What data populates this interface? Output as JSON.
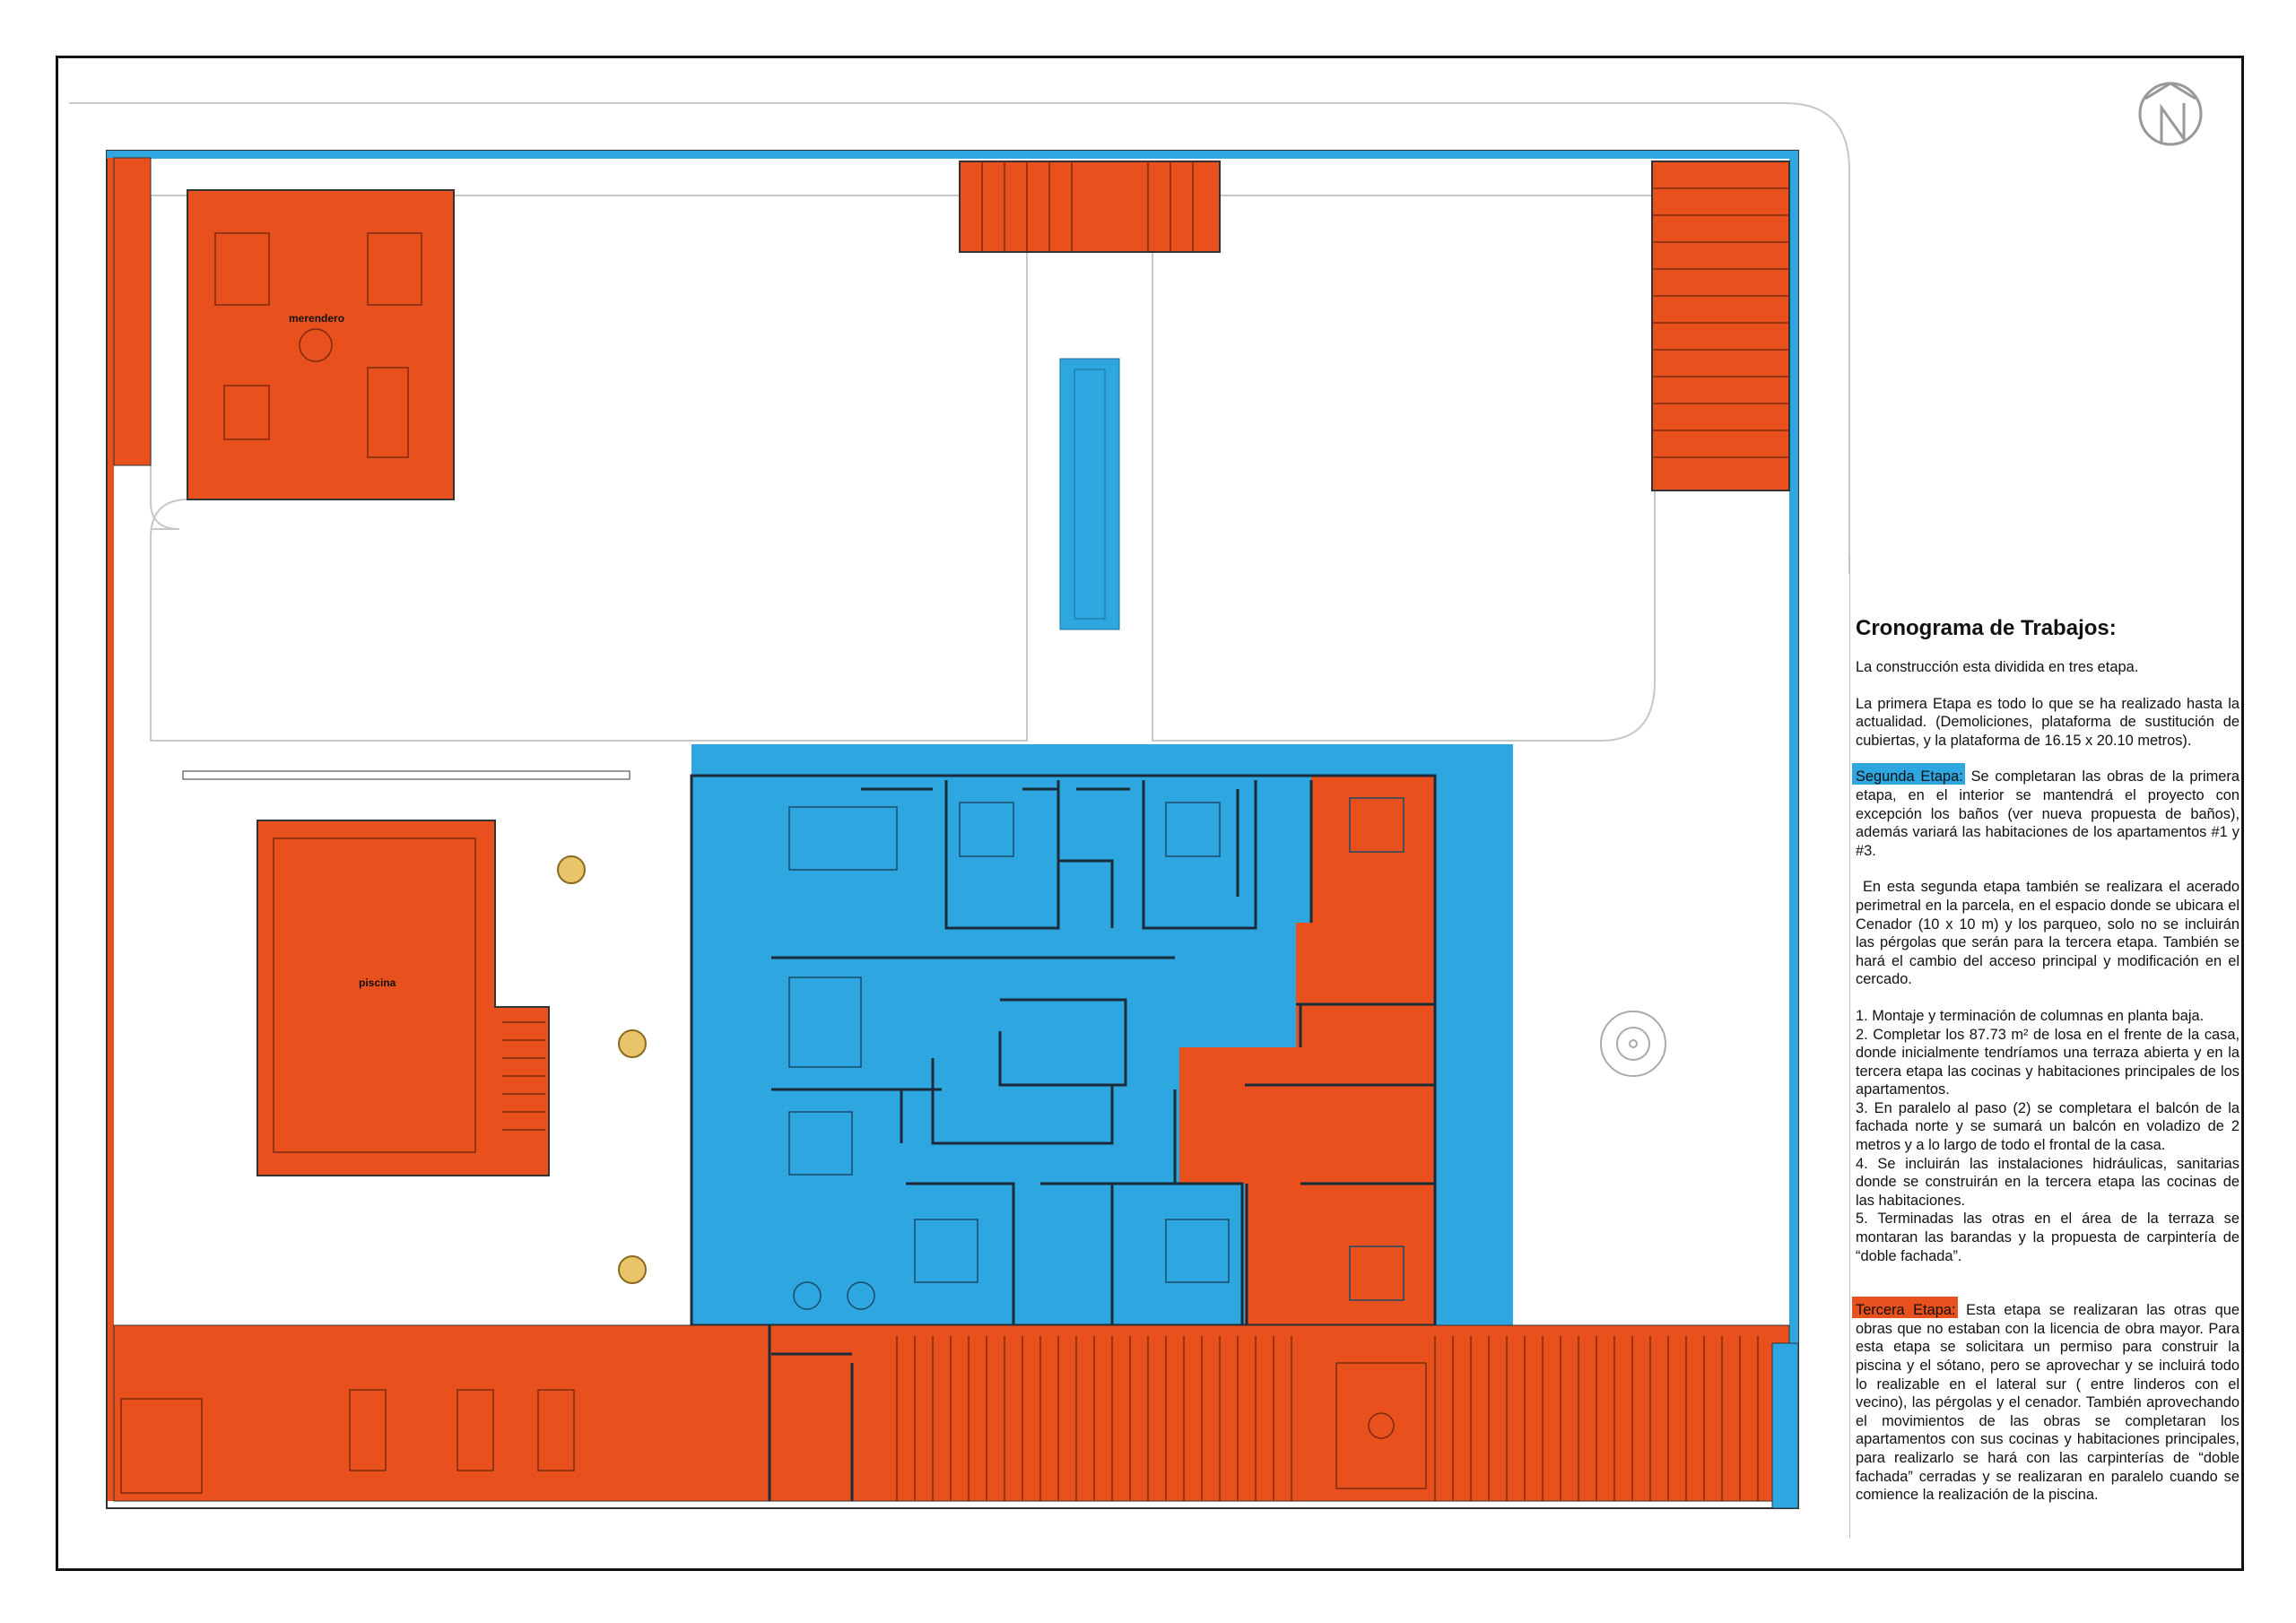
{
  "colors": {
    "stage2": "#2EA6DF",
    "stage3": "#E8501E",
    "pad": "#E9C46A"
  },
  "plan_labels": {
    "merendero": "merendero",
    "piscina": "piscina"
  },
  "north_arrow": "north-arrow-icon",
  "panel": {
    "title": "Cronograma de Trabajos:",
    "intro": "La construcción esta dividida en tres etapa.",
    "primera": "La primera Etapa es todo lo que se ha realizado hasta la actualidad. (Demoliciones, plataforma de sustitución de cubiertas, y la plataforma de 16.15 x 20.10 metros).",
    "segunda_label": "Segunda Etapa:",
    "segunda_text": " Se completaran las obras de la primera etapa, en el interior se mantendrá el proyecto con excepción los baños (ver nueva propuesta de baños), además variará las habitaciones de los apartamentos #1 y #3.",
    "segunda_extra": "En esta segunda etapa también se realizara el acerado perimetral en la parcela, en el espacio donde se ubicara el Cenador (10 x 10 m) y los parqueo, solo no se incluirán las pérgolas que serán para la tercera etapa. También se hará el cambio del acceso principal y modificación en el cercado.",
    "steps": [
      "1.  Montaje y terminación de columnas en planta baja.",
      "2.  Completar los 87.73 m² de losa en el frente de la casa, donde inicialmente tendríamos una terraza abierta y en la tercera etapa las cocinas y habitaciones principales de los apartamentos.",
      "3.  En paralelo al paso (2) se completara el balcón de la fachada norte y se sumará un balcón en voladizo de 2 metros y a lo largo de todo el frontal de la casa.",
      "4.  Se incluirán las instalaciones hidráulicas, sanitarias donde se construirán en la tercera etapa las cocinas de las habitaciones.",
      "5.  Terminadas las otras en el área de la terraza se montaran las barandas y la propuesta de carpintería de “doble fachada”."
    ],
    "tercera_label": "Tercera Etapa:",
    "tercera_text": " Esta etapa se realizaran las otras que obras que no estaban con la licencia de obra mayor. Para esta etapa se solicitara un permiso para construir la piscina y el sótano, pero se aprovechar y se incluirá todo lo realizable en el lateral sur ( entre linderos con el vecino), las pérgolas y el cenador. También aprovechando el movimientos de las obras se completaran los apartamentos con sus cocinas y habitaciones principales, para realizarlo se hará con las carpinterías de “doble fachada” cerradas y se realizaran en paralelo cuando se comience la realización de la piscina."
  }
}
